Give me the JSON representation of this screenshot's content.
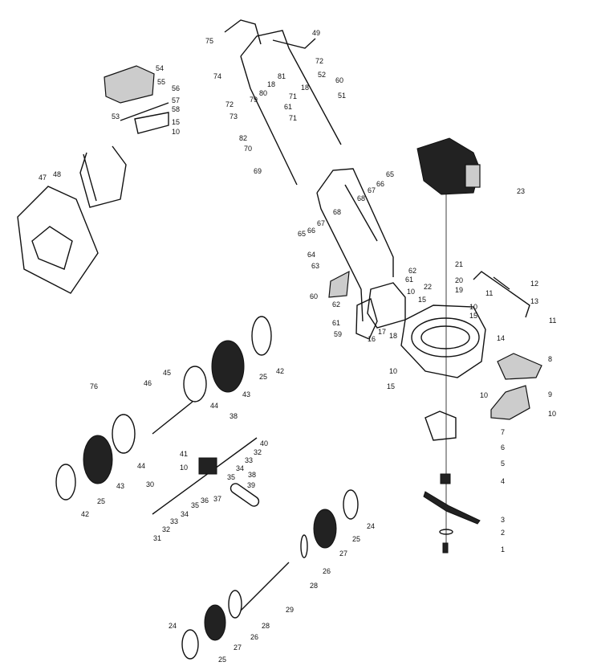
{
  "diagram": {
    "title": "Lawn mower exploded parts view",
    "labels": [
      "75",
      "74",
      "49",
      "72",
      "52",
      "72",
      "18",
      "81",
      "80",
      "79",
      "18",
      "71",
      "61",
      "73",
      "60",
      "51",
      "71",
      "82",
      "70",
      "69",
      "54",
      "55",
      "56",
      "57",
      "58",
      "53",
      "15",
      "10",
      "47",
      "48",
      "65",
      "66",
      "67",
      "68",
      "68",
      "67",
      "66",
      "65",
      "64",
      "63",
      "23",
      "62",
      "61",
      "21",
      "20",
      "19",
      "22",
      "12",
      "11",
      "13",
      "11",
      "10",
      "15",
      "10",
      "15",
      "60",
      "62",
      "61",
      "59",
      "14",
      "16",
      "17",
      "18",
      "10",
      "15",
      "8",
      "10",
      "9",
      "10",
      "7",
      "6",
      "5",
      "4",
      "3",
      "2",
      "1",
      "42",
      "25",
      "43",
      "44",
      "45",
      "46",
      "76",
      "44",
      "43",
      "25",
      "42",
      "41",
      "10",
      "38",
      "40",
      "32",
      "33",
      "34",
      "35",
      "36",
      "37",
      "38",
      "39",
      "35",
      "34",
      "33",
      "32",
      "31",
      "30",
      "24",
      "25",
      "27",
      "26",
      "28",
      "29",
      "28",
      "26",
      "27",
      "25",
      "24"
    ]
  }
}
